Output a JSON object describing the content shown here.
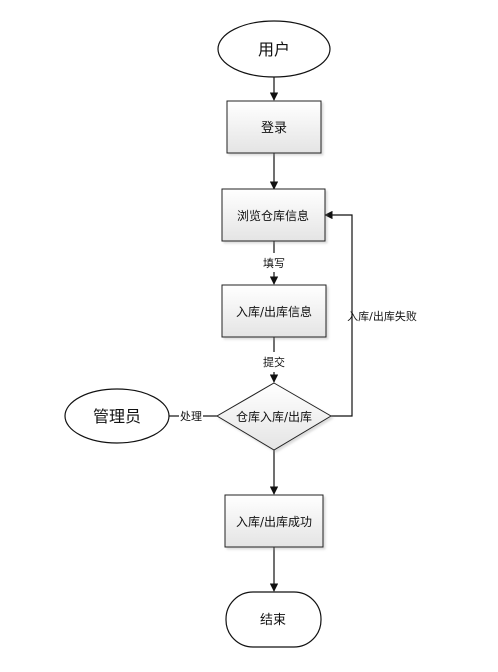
{
  "nodes": {
    "user": "用户",
    "login": "登录",
    "browse": "浏览仓库信息",
    "inout": "入库/出库信息",
    "decision": "仓库入库/出库",
    "success": "入库/出库成功",
    "end": "结束",
    "admin": "管理员"
  },
  "edges": {
    "fill": "填写",
    "submit": "提交",
    "handle": "处理",
    "fail": "入库/出库失败"
  },
  "colors": {
    "stroke": "#222222",
    "box_fill_top": "#ffffff",
    "box_fill_bottom": "#e6e6e6"
  }
}
